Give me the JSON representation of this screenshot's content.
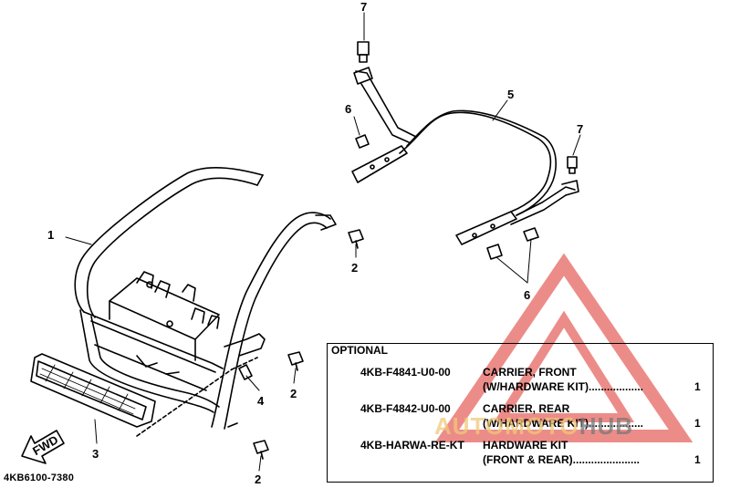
{
  "callouts": {
    "c1": "1",
    "c2a": "2",
    "c2b": "2",
    "c2c": "2",
    "c3": "3",
    "c4": "4",
    "c5": "5",
    "c6a": "6",
    "c6b": "6",
    "c7a": "7",
    "c7b": "7"
  },
  "fwd_label": "FWD",
  "diagram_ref": "4KB6100-7380",
  "optional": {
    "title": "OPTIONAL",
    "items": [
      {
        "part_no": "4KB-F4841-U0-00",
        "desc_line1": "CARRIER, FRONT",
        "desc_line2": "(W/HARDWARE KIT)..................",
        "qty": "1"
      },
      {
        "part_no": "4KB-F4842-U0-00",
        "desc_line1": "CARRIER, REAR",
        "desc_line2": "(W/HARDWARE KIT)..................",
        "qty": "1"
      },
      {
        "part_no": "4KB-HARWA-RE-KT",
        "desc_line1": "HARDWARE KIT",
        "desc_line2": "(FRONT & REAR)......................",
        "qty": "1"
      }
    ]
  },
  "watermark": {
    "part1": "AUTO",
    "part2": "MOTO",
    "part3": "HUB"
  },
  "colors": {
    "line": "#000000",
    "watermark_red": "#e0403a"
  }
}
